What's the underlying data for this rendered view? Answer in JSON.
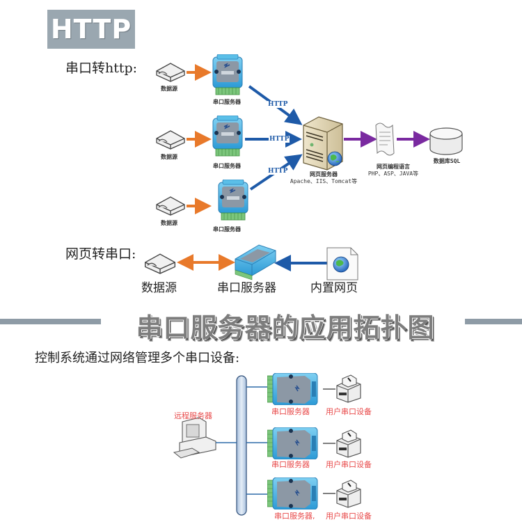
{
  "badge": {
    "text": "HTTP"
  },
  "section1": {
    "label": "串口转http:",
    "data_source_label": "数据源",
    "serial_server_label": "串口服务器",
    "http_label": "HTTP",
    "web_server": {
      "label": "网页服务器",
      "sub": "Apache、IIS、Tomcat等"
    },
    "script": {
      "label": "网页编程语言",
      "sub": "PHP、ASP、JAVA等"
    },
    "database": {
      "label": "数据库SQL"
    },
    "rows": 3
  },
  "section2": {
    "label": "网页转串口:",
    "data_source_label": "数据源",
    "serial_server_label": "串口服务器",
    "web_page_label": "内置网页"
  },
  "banner": {
    "title": "串口服务器的应用拓扑图"
  },
  "section3": {
    "label": "控制系统通过网络管理多个串口设备:",
    "remote_server_label": "远程服务器",
    "rows": [
      {
        "server_label": "串口服务器",
        "device_label": "用户串口设备"
      },
      {
        "server_label": "串口服务器",
        "device_label": "用户串口设备"
      },
      {
        "server_label": "串口服务器,",
        "device_label": "用户串口设备"
      }
    ]
  },
  "colors": {
    "badge_bg": "#9aa7b0",
    "orange_arrow": "#e8792a",
    "blue_arrow": "#1e5aa8",
    "purple_arrow": "#7a2aa0",
    "device_blue": "#4fb6e6",
    "red_text": "#e84a4a",
    "bus_fill": "#c9d8ea"
  }
}
